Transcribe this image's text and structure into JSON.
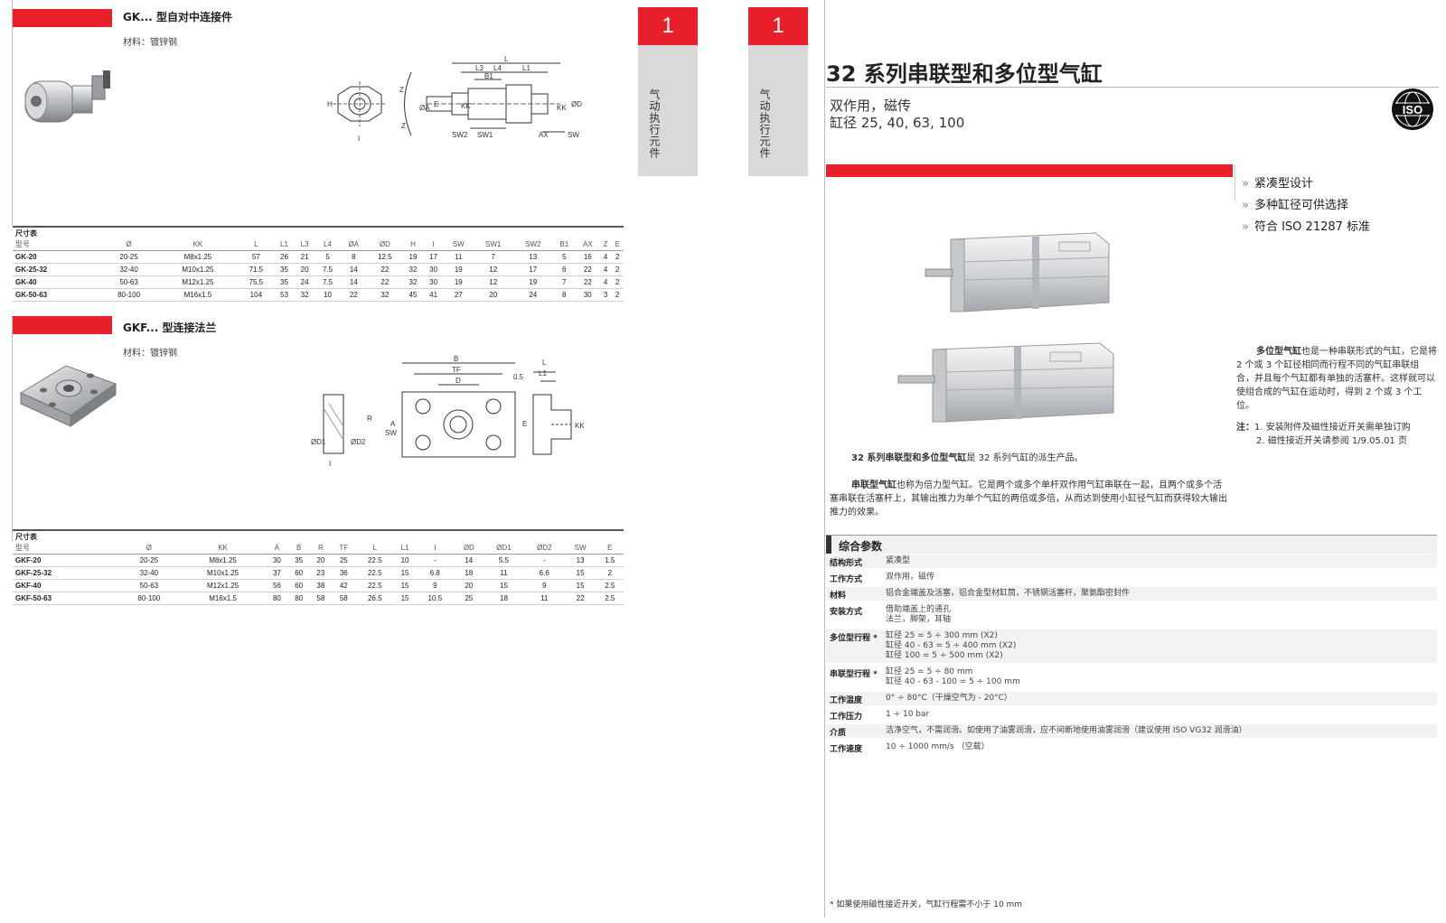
{
  "left": {
    "gk": {
      "title": "GK... 型自对中连接件",
      "material": "材料：镀锌钢",
      "table_caption": "尺寸表",
      "headers": [
        "型号",
        "Ø",
        "KK",
        "L",
        "L1",
        "L3",
        "L4",
        "ØA",
        "ØD",
        "H",
        "I",
        "SW",
        "SW1",
        "SW2",
        "B1",
        "AX",
        "Z",
        "E"
      ],
      "rows": [
        [
          "GK-20",
          "20-25",
          "M8x1.25",
          "57",
          "26",
          "21",
          "5",
          "8",
          "12.5",
          "19",
          "17",
          "11",
          "7",
          "13",
          "5",
          "16",
          "4",
          "2"
        ],
        [
          "GK-25-32",
          "32-40",
          "M10x1.25",
          "71.5",
          "35",
          "20",
          "7.5",
          "14",
          "22",
          "32",
          "30",
          "19",
          "12",
          "17",
          "6",
          "22",
          "4",
          "2"
        ],
        [
          "GK-40",
          "50-63",
          "M12x1.25",
          "75.5",
          "35",
          "24",
          "7.5",
          "14",
          "22",
          "32",
          "30",
          "19",
          "12",
          "19",
          "7",
          "22",
          "4",
          "2"
        ],
        [
          "GK-50-63",
          "80-100",
          "M16x1.5",
          "104",
          "53",
          "32",
          "10",
          "22",
          "32",
          "45",
          "41",
          "27",
          "20",
          "24",
          "8",
          "30",
          "3",
          "2"
        ]
      ],
      "drawing_labels": [
        "L",
        "L3",
        "L4",
        "L1",
        "B1",
        "H",
        "I",
        "Z",
        "Z",
        "E",
        "ØA",
        "ØD",
        "SW2",
        "SW1",
        "KK",
        "AX",
        "SW",
        "KK"
      ]
    },
    "gkf": {
      "title": "GKF... 型连接法兰",
      "material": "材料：镀锌钢",
      "table_caption": "尺寸表",
      "headers": [
        "型号",
        "Ø",
        "KK",
        "A",
        "B",
        "R",
        "TF",
        "L",
        "L1",
        "I",
        "ØD",
        "ØD1",
        "ØD2",
        "SW",
        "E"
      ],
      "rows": [
        [
          "GKF-20",
          "20-25",
          "M8x1.25",
          "30",
          "35",
          "20",
          "25",
          "22.5",
          "10",
          "-",
          "14",
          "5.5",
          "-",
          "13",
          "1.5"
        ],
        [
          "GKF-25-32",
          "32-40",
          "M10x1.25",
          "37",
          "60",
          "23",
          "36",
          "22.5",
          "15",
          "6.8",
          "18",
          "11",
          "6.6",
          "15",
          "2"
        ],
        [
          "GKF-40",
          "50-63",
          "M12x1.25",
          "56",
          "60",
          "38",
          "42",
          "22.5",
          "15",
          "9",
          "20",
          "15",
          "9",
          "15",
          "2.5"
        ],
        [
          "GKF-50-63",
          "80-100",
          "M16x1.5",
          "80",
          "80",
          "58",
          "58",
          "26.5",
          "15",
          "10.5",
          "25",
          "18",
          "11",
          "22",
          "2.5"
        ]
      ],
      "drawing_labels": [
        "B",
        "TF",
        "D",
        "A",
        "R",
        "SW",
        "ØD1",
        "ØD2",
        "I",
        "0.5",
        "L",
        "L1",
        "E",
        "KK"
      ]
    }
  },
  "tabs": {
    "left_tab": {
      "number": "1",
      "label": "气动执行元件"
    },
    "right_tab": {
      "number": "1",
      "label": "气动执行元件"
    }
  },
  "right": {
    "title": "32 系列串联型和多位型气缸",
    "subtitle_line1": "双作用，磁传",
    "subtitle_line2": "缸径 25, 40, 63, 100",
    "iso_logo": "ISO",
    "features": [
      "紧凑型设计",
      "多种缸径可供选择",
      "符合 ISO 21287 标准"
    ],
    "multi_desc_bold": "多位型气缸",
    "multi_desc": "也是一种串联形式的气缸，它是将 2 个或 3 个缸径相同而行程不同的气缸串联组合，并且每个气缸都有单独的活塞杆。这样就可以使组合成的气缸在运动时，得到 2 个或 3 个工位。",
    "note_label": "注：",
    "note1": "1. 安装附件及磁性接近开关需单独订购",
    "note2": "2. 磁性接近开关请参阅 1/9.05.01 页",
    "intro_bold": "32 系列串联型和多位型气缸",
    "intro_rest": "是 32 系列气缸的派生产品。",
    "tandem_bold": "串联型气缸",
    "tandem_desc": "也称为倍力型气缸。它是两个或多个单杆双作用气缸串联在一起，且两个或多个活塞串联在活塞杆上，其输出推力为单个气缸的两倍或多倍，从而达到使用小缸径气缸而获得较大输出推力的效果。",
    "params_title": "综合参数",
    "params": [
      {
        "k": "结构形式",
        "v": [
          "紧凑型"
        ]
      },
      {
        "k": "工作方式",
        "v": [
          "双作用，磁传"
        ]
      },
      {
        "k": "材料",
        "v": [
          "铝合金端盖及活塞，铝合金型材缸筒，不锈钢活塞杆，聚氨酯密封件"
        ]
      },
      {
        "k": "安装方式",
        "v": [
          "借助端盖上的通孔",
          "法兰，脚架，耳轴"
        ]
      },
      {
        "k": "多位型行程 *",
        "v": [
          "缸径 25 = 5 ÷ 300 mm (X2)",
          "缸径 40 - 63 = 5 ÷ 400 mm (X2)",
          "缸径 100 = 5 ÷ 500 mm (X2)"
        ]
      },
      {
        "k": "串联型行程 *",
        "v": [
          "缸径 25 = 5 ÷ 80 mm",
          "缸径 40 - 63 - 100 = 5 ÷ 100 mm"
        ]
      },
      {
        "k": "工作温度",
        "v": [
          "0° ÷ 80°C（干燥空气为 - 20°C）"
        ]
      },
      {
        "k": "工作压力",
        "v": [
          "1 ÷ 10 bar"
        ]
      },
      {
        "k": "介质",
        "v": [
          "洁净空气，不需润滑。如使用了油雾润滑，应不间断地使用油雾润滑（建议使用 ISO VG32 润滑油）"
        ]
      },
      {
        "k": "工作速度",
        "v": [
          "10 ÷ 1000 mm/s （空载）"
        ]
      }
    ],
    "footnote": "* 如果使用磁性接近开关，气缸行程需不小于 10 mm"
  }
}
